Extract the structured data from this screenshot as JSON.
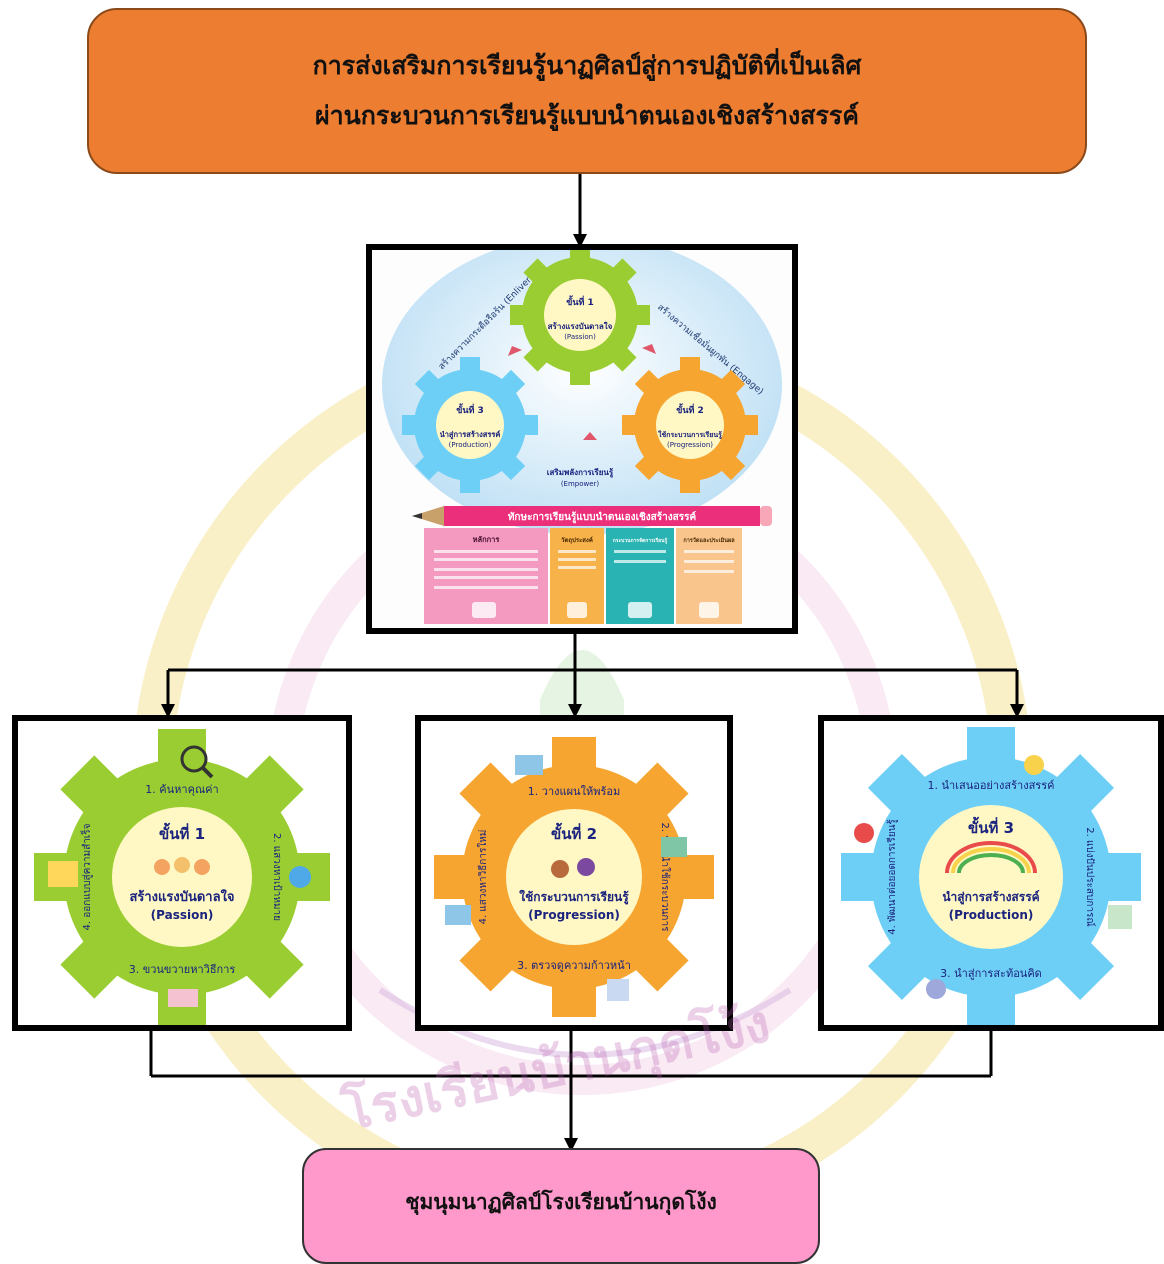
{
  "title": {
    "line1": "การส่งเสริมการเรียนรู้นาฏศิลป์สู่การปฏิบัติที่เป็นเลิศ",
    "line2": "ผ่านกระบวนการเรียนรู้แบบนำตนเองเชิงสร้างสรรค์"
  },
  "main_infographic": {
    "step1": {
      "title": "ขั้นที่ 1",
      "name": "สร้างแรงบันดาลใจ",
      "en": "(Passion)"
    },
    "step2": {
      "title": "ขั้นที่ 2",
      "name": "ใช้กระบวนการเรียนรู้",
      "en": "(Progression)"
    },
    "step3": {
      "title": "ขั้นที่ 3",
      "name": "นำสู่การสร้างสรรค์",
      "en": "(Production)"
    },
    "arc_left": "สร้างความกระตือรือร้น (Enliven)",
    "arc_right": "สร้างความเชื่อมั่นผูกพัน (Engage)",
    "empower": "เสริมพลังการเรียนรู้",
    "empower_en": "(Empower)",
    "banner": "ทักษะการเรียนรู้แบบนำตนเองเชิงสร้างสรรค์",
    "columns": [
      {
        "head": "หลักการ",
        "color": "#f49ac1"
      },
      {
        "head": "วัตถุประสงค์",
        "color": "#f7b24a"
      },
      {
        "head": "กระบวนการจัดการเรียนรู้",
        "color": "#2ab3b3"
      },
      {
        "head": "การวัดและประเมินผล",
        "color": "#f9c58d"
      }
    ]
  },
  "gears": [
    {
      "step": "ขั้นที่ 1",
      "name": "สร้างแรงบันดาลใจ",
      "en": "(Passion)",
      "top_label": "1. ค้นหาคุณค่า",
      "right_label": "2. แสวงหาเป้าหมาย",
      "bottom_label": "3. ขวนขวายหาวิธีการ",
      "left_label": "4. ออกแบบสู่ความสำเร็จ",
      "color": "#9acd32"
    },
    {
      "step": "ขั้นที่ 2",
      "name": "ใช้กระบวนการเรียนรู้",
      "en": "(Progression)",
      "top_label": "1. วางแผนให้พร้อม",
      "right_label": "2. น้อมนำใช้กระบวนการ",
      "bottom_label": "3. ตรวจดูความก้าวหน้า",
      "left_label": "4. แสวงหาวิธีการใหม่",
      "color": "#f6a530"
    },
    {
      "step": "ขั้นที่ 3",
      "name": "นำสู่การสร้างสรรค์",
      "en": "(Production)",
      "top_label": "1. นำเสนออย่างสร้างสรรค์",
      "right_label": "2. แบ่งปันประสบการณ์",
      "bottom_label": "3. นำสู่การสะท้อนคิด",
      "left_label": "4. พัฒนาต่อยอดการเรียนรู้",
      "color": "#6ecff6"
    }
  ],
  "bottom": {
    "label": "ชุมนุมนาฏศิลป์โรงเรียนบ้านกุดโง้ง"
  },
  "watermark": {
    "school": "โรงเรียนบ้านกุดโง้ง"
  }
}
